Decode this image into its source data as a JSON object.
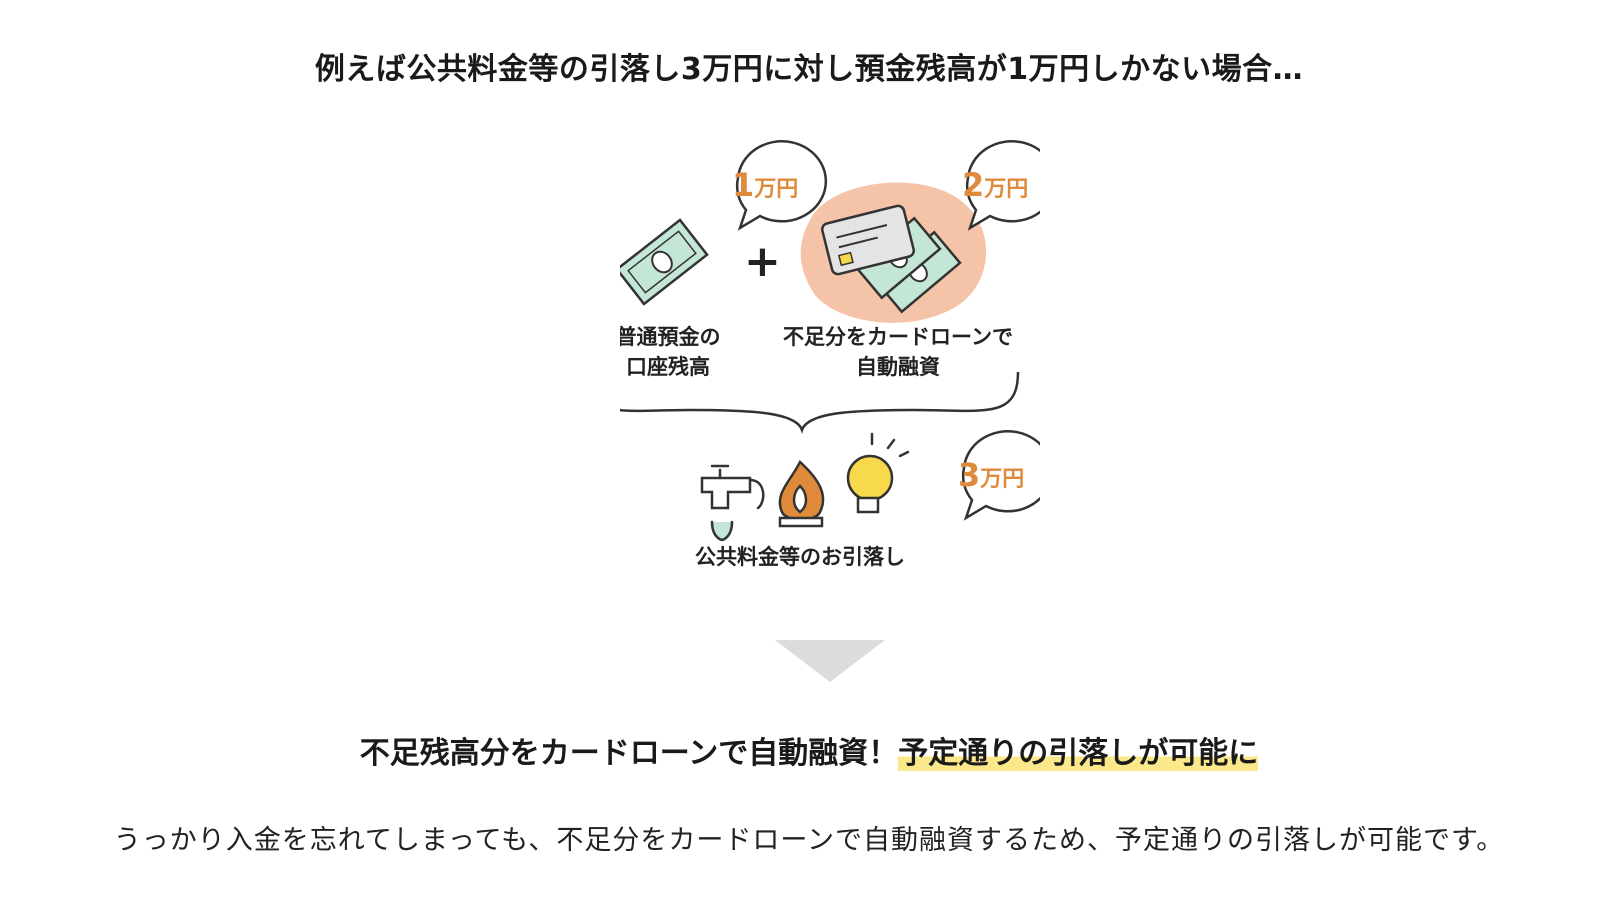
{
  "heading": "例えば公共料金等の引落し3万円に対し預金残高が1万円しかない場合…",
  "diagram": {
    "balance": {
      "number": "1",
      "unit": "万円",
      "label_line1": "普通預金の",
      "label_line2": "口座残高",
      "icon": "banknote-icon"
    },
    "plus": "+",
    "loan": {
      "number": "2",
      "unit": "万円",
      "label_line1": "不足分をカードローンで",
      "label_line2": "自動融資",
      "icon": "card-and-banknotes-icon"
    },
    "bills": {
      "number": "3",
      "unit": "万円",
      "label": "公共料金等のお引落し",
      "icons": [
        "water-faucet-icon",
        "gas-flame-icon",
        "lightbulb-icon"
      ]
    },
    "colors": {
      "accent": "#e08a3c",
      "loan_blob": "#f5c4a8",
      "note_fill": "#c4e6d6",
      "note_stroke": "#333333",
      "bulb_fill": "#f8d94c",
      "arrow": "#dcdcdc"
    }
  },
  "result": {
    "lead": "不足残高分をカードローンで自動融資！",
    "highlight": "予定通りの引落しが可能に",
    "highlight_color": "#fbe88a"
  },
  "body_text": "うっかり入金を忘れてしまっても、不足分をカードローンで自動融資するため、予定通りの引落しが可能です。"
}
